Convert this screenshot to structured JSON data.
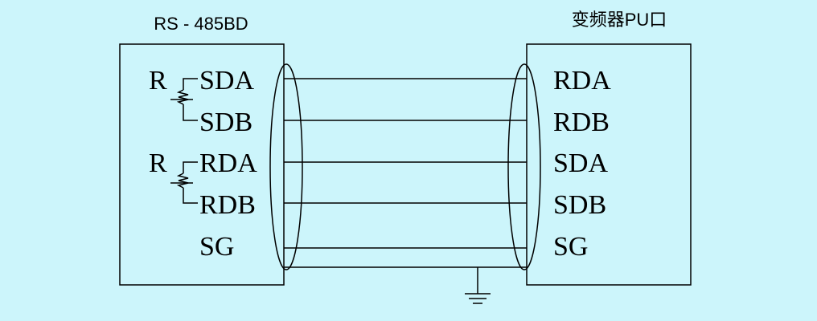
{
  "left_device": {
    "title": "RS - 485BD",
    "resistor_label": "R",
    "pins": [
      "SDA",
      "SDB",
      "RDA",
      "RDB",
      "SG"
    ]
  },
  "right_device": {
    "title": "变频器PU口",
    "pins": [
      "RDA",
      "RDB",
      "SDA",
      "SDB",
      "SG"
    ]
  },
  "colors": {
    "background": "#ccf5fb",
    "line": "#000000"
  }
}
